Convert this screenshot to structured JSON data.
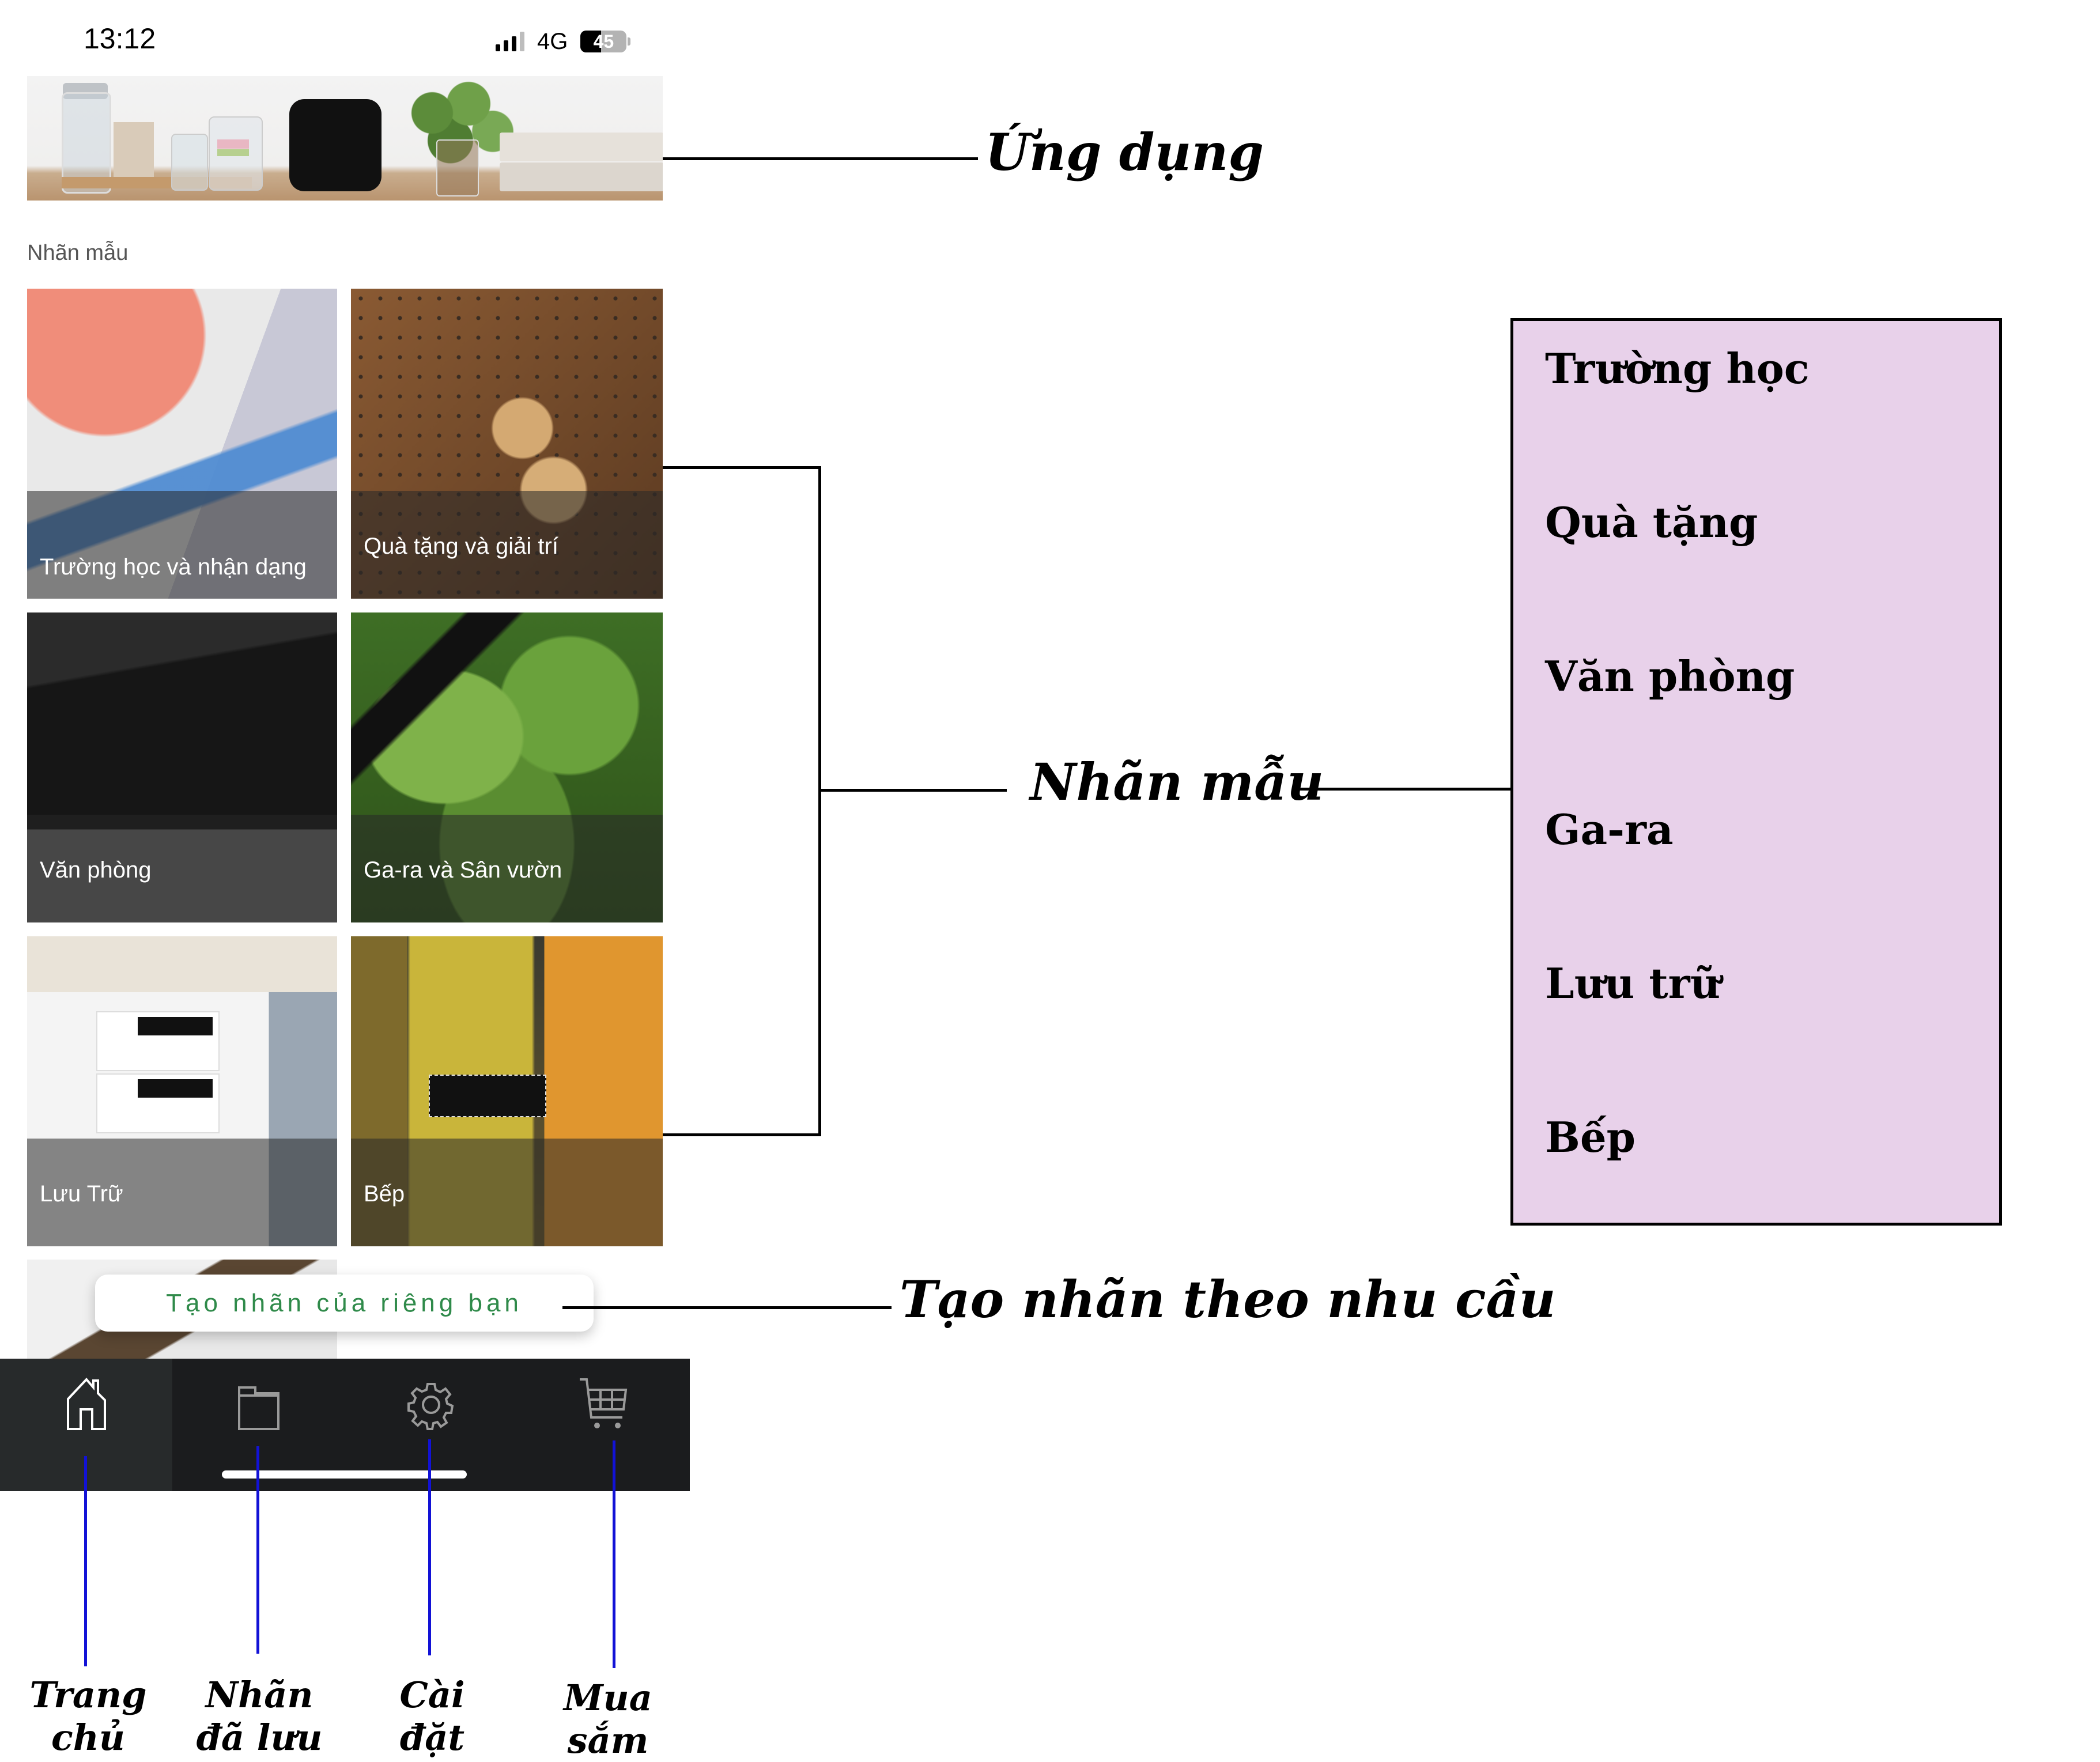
{
  "status_bar": {
    "time": "13:12",
    "network": "4G",
    "battery_percent": 45,
    "battery_label": "45",
    "signal_bars_active": 3,
    "signal_bars_total": 4
  },
  "banner": {
    "icon": "banner-photo",
    "alt": "P-touch printer with labeled jars and binders"
  },
  "templates": {
    "section_title": "Nhãn mẫu",
    "tiles": [
      {
        "label": "Trường học và nhận dạng"
      },
      {
        "label": "Quà tặng và giải trí"
      },
      {
        "label": "Văn phòng"
      },
      {
        "label": "Ga-ra và Sân vườn"
      },
      {
        "label": "Lưu Trữ"
      },
      {
        "label": "Bếp"
      }
    ]
  },
  "custom": {
    "button_label": "Tạo nhãn của riêng bạn"
  },
  "bottom_nav": {
    "items": [
      {
        "icon": "home-icon",
        "active": true
      },
      {
        "icon": "folder-icon",
        "active": false
      },
      {
        "icon": "gear-icon",
        "active": false
      },
      {
        "icon": "cart-icon",
        "active": false
      }
    ]
  },
  "annotations": {
    "app": "Ứng dụng",
    "templates": "Nhãn mẫu",
    "custom": "Tạo nhãn theo nhu cầu",
    "categories": [
      "Trường học",
      "Quà tặng",
      "Văn phòng",
      "Ga-ra",
      "Lưu trữ",
      "Bếp"
    ],
    "nav_captions": [
      [
        "Trang",
        "chủ"
      ],
      [
        "Nhãn",
        "đã lưu"
      ],
      [
        "Cài",
        "đặt"
      ],
      [
        "Mua",
        "sắm"
      ]
    ],
    "line_color": "#000000",
    "nav_line_color": "#1212d6",
    "box_color": "#e8d1ea"
  }
}
